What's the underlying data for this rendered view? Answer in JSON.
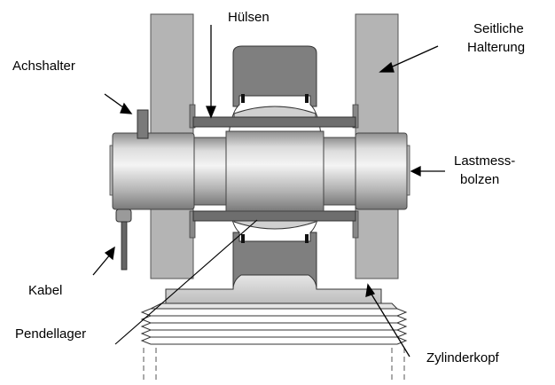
{
  "labels": {
    "huelsen": "Hülsen",
    "seitliche_1": "Seitliche",
    "seitliche_2": "Halterung",
    "achshalter": "Achshalter",
    "lastmess_1": "Lastmess-",
    "lastmess_2": "bolzen",
    "kabel": "Kabel",
    "pendellager": "Pendellager",
    "zylinderkopf": "Zylinderkopf"
  }
}
